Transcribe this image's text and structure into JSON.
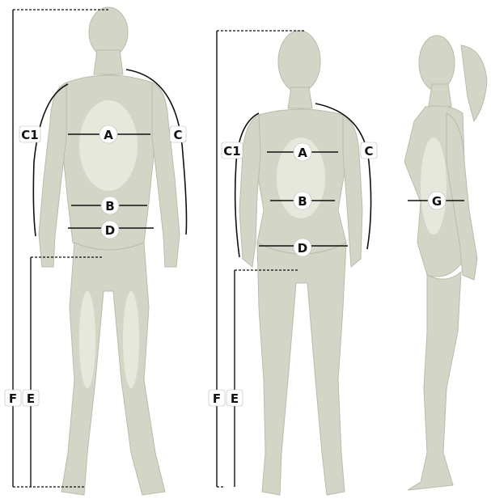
{
  "labels": {
    "A": "A",
    "B": "B",
    "C": "C",
    "C1": "C1",
    "D": "D",
    "E": "E",
    "F": "F",
    "G": "G"
  },
  "colors": {
    "body": "#d3d6c6",
    "body_highlight": "#e6e8dc",
    "lines": "#111111",
    "badge": "#ffffff"
  }
}
